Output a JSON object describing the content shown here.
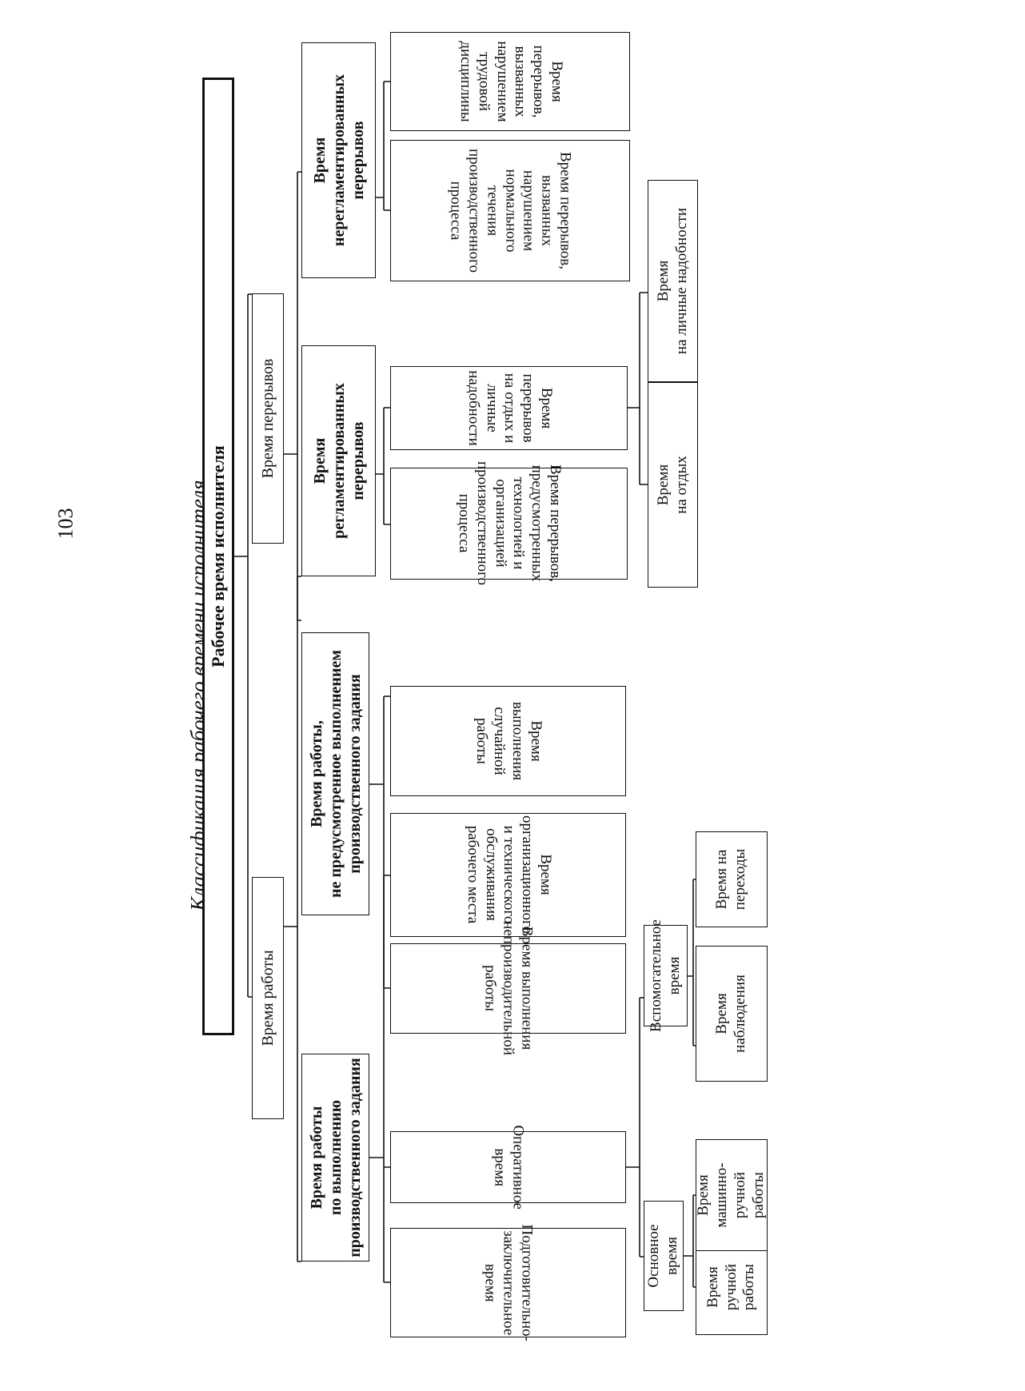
{
  "page": {
    "number": "103",
    "title": "Классификация рабочего времени исполнителя"
  },
  "tree": {
    "root": "Рабочее время исполнителя",
    "work": {
      "label": "Время работы",
      "task": {
        "label": "Время работы\nпо выполнению\nпроизводственного задания",
        "prep": "Подготовительно-\nзаключительное время",
        "oper": "Оперативное время",
        "service": "Время организационного\nи технического обслуживания\nрабочего места",
        "main": "Основное время",
        "aux": "Вспомогательное\nвремя",
        "manual": "Время\nручной\nработы",
        "machine": "Время\nмашинно-ручной\nработы",
        "observe": "Время\nнаблюдения",
        "transit": "Время на\nпереходы"
      },
      "unplanned": {
        "label": "Время работы,\nне предусмотренное выполнением\nпроизводственного задания",
        "unproductive": "Время выполнения\nнепроизводительной работы",
        "random": "Время выполнения\nслучайной работы"
      }
    },
    "breaks": {
      "label": "Время перерывов",
      "regulated": {
        "label": "Время\nрегламентированных\nперерывов",
        "tech": "Время перерывов,\nпредусмотренных технологией и\nорганизацией производственного\nпроцесса",
        "rest": "Время перерывов\nна отдых и личные надобности",
        "rest_only": "Время\nна отдых",
        "personal": "Время\nна личные надобности"
      },
      "unregulated": {
        "label": "Время\nнерегламентированных\nперерывов",
        "process": "Время перерывов, вызванных\nнарушением нормального течения\nпроизводственного процесса",
        "discipline": "Время перерывов,\nвызванных нарушением трудовой\nдисциплины"
      }
    }
  }
}
